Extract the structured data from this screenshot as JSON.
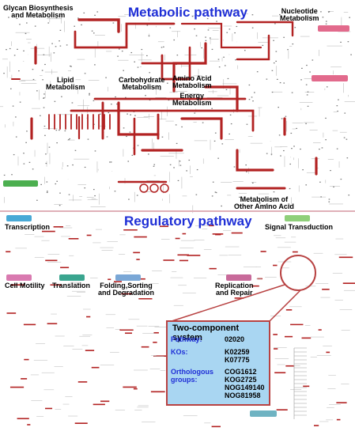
{
  "metabolic": {
    "title": "Metabolic pathway",
    "labels": {
      "glycan": "Glycan Biosynthesis\nand Metabolism",
      "nucleotide": "Nucleotide\nMetabolism",
      "lipid": "Lipid\nMetabolism",
      "carbohydrate": "Carbohydrate\nMetabolism",
      "amino_acid": "Amino Acid\nMetabolism",
      "energy": "Energy\nMetabolism",
      "other_amino": "Metabolism of\nOther Amino Acid"
    }
  },
  "regulatory": {
    "title": "Regulatory pathway",
    "labels": {
      "transcription": "Transcription",
      "signal": "Signal Transduction",
      "motility": "Cell Motility",
      "translation": "Translation",
      "folding": "Folding,Sorting\nand Degradation",
      "replication": "Replication\nand Repair"
    }
  },
  "info_box": {
    "title": "Two-component system",
    "pathway_label": "Pathway:",
    "pathway_value": "02020",
    "kos_label": "KOs:",
    "kos_values": [
      "K02259",
      "K07775"
    ],
    "orth_label": "Orthologous\ngroups:",
    "orth_values": [
      "COG1612",
      "KOG2725",
      "NOG149140",
      "NOG81958"
    ]
  },
  "colors": {
    "pathway_red": "#b22222",
    "title_blue": "#1f2fd6",
    "box_bg": "#a9d6f2",
    "box_border": "#b84242",
    "faint_line": "#9a9a9a"
  }
}
